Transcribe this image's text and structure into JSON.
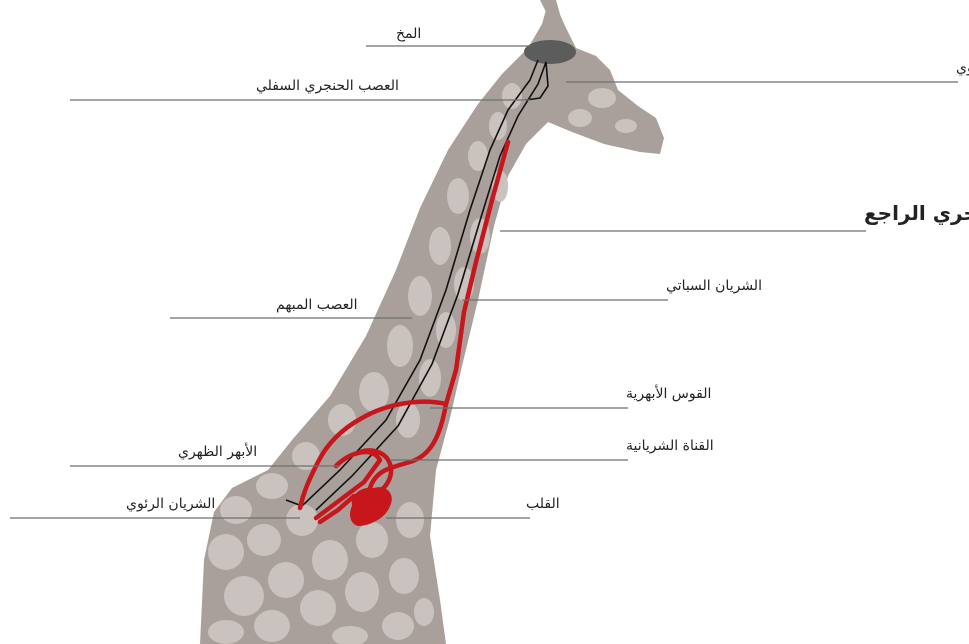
{
  "diagram": {
    "title": "العصب الحنجري الراجع",
    "labels": {
      "brain": "المخ",
      "superior_laryngeal": "العصب الحنجري العلوي",
      "inferior_laryngeal": "العصب الحنجري السفلي",
      "carotid_artery": "الشريان السباتي",
      "vagus_nerve": "العصب المبهم",
      "aortic_arch": "القوس الأبهرية",
      "ductus_arteriosus": "القناة الشريانية",
      "dorsal_aorta": "الأبهر الظهري",
      "pulmonary_artery": "الشريان الرئوي",
      "heart": "القلب"
    },
    "colors": {
      "body": "#a9a09b",
      "spots": "#c9c2be",
      "artery": "#c8161d",
      "nerve": "#111111",
      "brain": "#5c5c5c",
      "leader_lines": "#6f6f6f"
    }
  }
}
